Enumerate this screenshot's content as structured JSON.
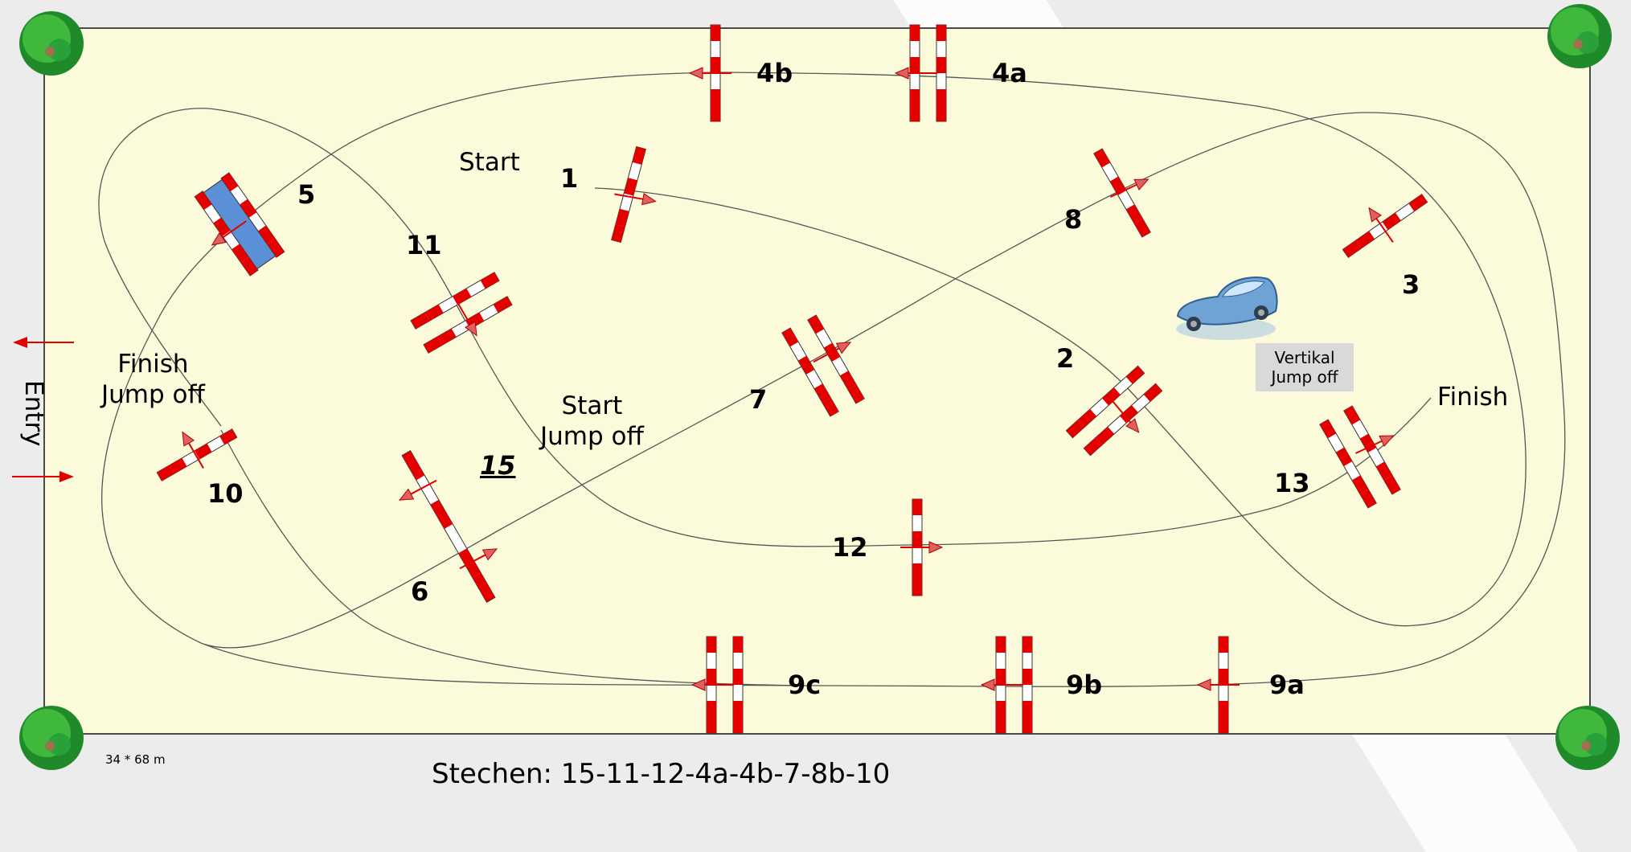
{
  "labels": {
    "start": "Start",
    "start_jump_off": "Start\nJump off",
    "finish": "Finish",
    "finish_jump_off": "Finish\nJump off",
    "vertikal_jump_off": "Vertikal\nJump off",
    "entry": "Entry",
    "arena_size": "34 * 68 m",
    "jump_off_sequence": "Stechen: 15-11-12-4a-4b-7-8b-10"
  },
  "obstacle_numbers": {
    "n1": "1",
    "n2": "2",
    "n3": "3",
    "n4a": "4a",
    "n4b": "4b",
    "n5": "5",
    "n6": "6",
    "n7": "7",
    "n8": "8",
    "n9a": "9a",
    "n9b": "9b",
    "n9c": "9c",
    "n10": "10",
    "n11": "11",
    "n12": "12",
    "n13": "13",
    "n15": "15"
  },
  "colors": {
    "arena_fill": "#fbfbdc",
    "pole_red": "#e50000",
    "pole_white": "#ffffff",
    "water_blue": "#5b8fd6",
    "arrow_red": "#e00000",
    "label_bg": "#d9d9d9"
  },
  "icons": [
    "tree-icon",
    "car-icon",
    "entry-arrow-icon"
  ]
}
